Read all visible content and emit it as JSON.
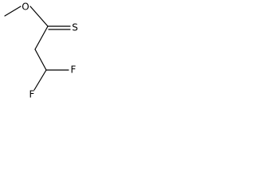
{
  "molecule": {
    "atoms": {
      "oxygen": "O",
      "sulfur": "S",
      "fluorine_right": "F",
      "fluorine_left": "F"
    }
  }
}
